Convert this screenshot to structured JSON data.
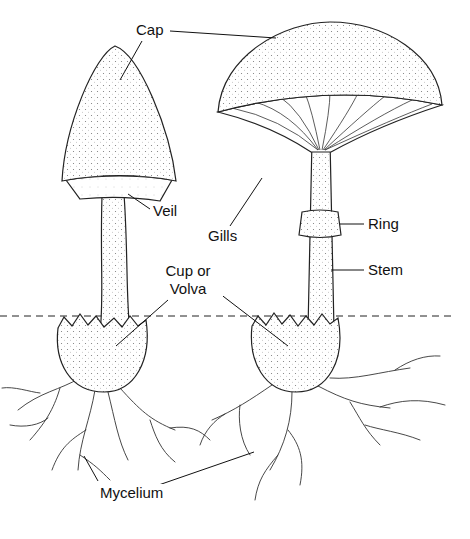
{
  "diagram": {
    "labels": [
      "Cap",
      "Veil",
      "Gills",
      "Ring",
      "Stem",
      "Cup or Volva",
      "Mycelium"
    ]
  }
}
